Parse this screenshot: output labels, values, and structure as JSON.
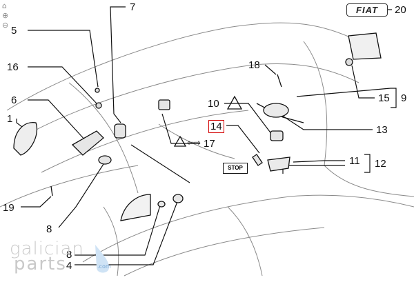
{
  "toolbar": {
    "icons": [
      "home-icon",
      "zoom-in-icon",
      "zoom-out-icon"
    ],
    "home_glyph": "⌂",
    "zoom_in_glyph": "⊕",
    "zoom_out_glyph": "⊖"
  },
  "badges": {
    "brand": "FIAT",
    "stop": "STOP"
  },
  "callouts": {
    "c1": "1",
    "c4": "4",
    "c5": "5",
    "c6": "6",
    "c7": "7",
    "c8a": "8",
    "c8b": "8",
    "c9": "9",
    "c10": "10",
    "c11": "11",
    "c12": "12",
    "c13": "13",
    "c14": "14",
    "c15": "15",
    "c16": "16",
    "c17": "17",
    "c18": "18",
    "c19": "19",
    "c20": "20"
  },
  "highlighted_callout": "14",
  "watermark": {
    "line1": "galician",
    "line2": "parts",
    "suffix": ".com"
  },
  "colors": {
    "highlight": "#d40000",
    "line": "#111111",
    "sketch": "#7a7a7a",
    "watermark": "#c9c9c9",
    "watermark_accent": "#7aa9d6"
  }
}
